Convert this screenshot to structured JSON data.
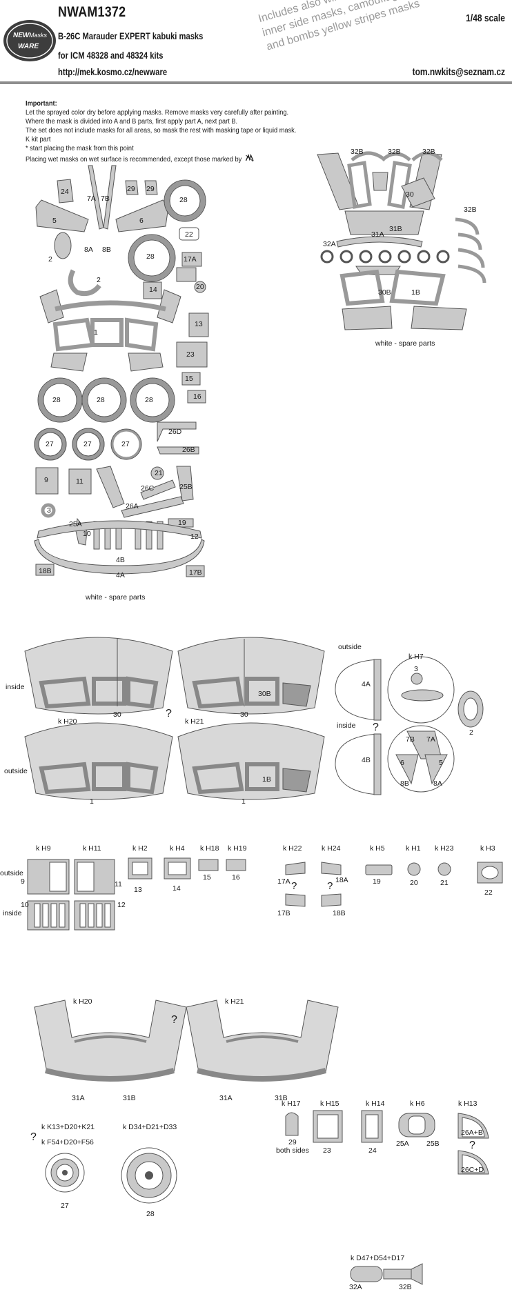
{
  "header": {
    "code": "NWAM1372",
    "title": "B-26C Marauder EXPERT kabuki masks",
    "kits": "for ICM 48328 and 48324 kits",
    "url": "http://mek.kosmo.cz/newware",
    "scale": "1/48 scale",
    "email": "tom.nwkits@seznam.cz",
    "logo_text": [
      "NEW",
      "Masks",
      "WARE"
    ]
  },
  "watermark": [
    "Includes also windows",
    "inner side masks, camouflage detail",
    "and bombs yellow stripes masks"
  ],
  "notes": [
    "Important:",
    "Let the sprayed color dry before applying masks. Remove masks very carefully after painting.",
    "Where the mask is divided into A and B parts, first apply part A, next part B.",
    "The set does not include masks for all areas, so mask the rest with masking tape or liquid mask.",
    "K kit part",
    "* start placing the mask from this point",
    "Placing wet masks on wet surface is recommended, except those marked by"
  ],
  "spare_labels": {
    "sheet1": "white - spare parts",
    "sheet2": "white - spare parts"
  },
  "sheet1_labels": [
    "24",
    "7A",
    "7B",
    "29",
    "29",
    "28",
    "5",
    "6",
    "22",
    "2",
    "8A",
    "8B",
    "28",
    "17A",
    "2",
    "14",
    "20",
    "1",
    "13",
    "23",
    "15",
    "16",
    "28",
    "28",
    "28",
    "26D",
    "27",
    "27",
    "27",
    "26B",
    "9",
    "11",
    "21",
    "26C",
    "25B",
    "3",
    "26A",
    "25A",
    "19",
    "10",
    "12",
    "4B",
    "18B",
    "4A",
    "17B"
  ],
  "sheet2_labels": [
    "32B",
    "32B",
    "32B",
    "30",
    "32B",
    "31A",
    "31B",
    "32A",
    "30B",
    "1B"
  ],
  "canopy_section": {
    "inside": "inside",
    "outside": "outside",
    "kh20": "k H20",
    "kh21": "k H21",
    "n30a": "30",
    "n30b": "30",
    "n30B": "30B",
    "n1a": "1",
    "n1b": "1",
    "n1B": "1B",
    "q1": "?",
    "q2": "?"
  },
  "nose_section": {
    "outside": "outside",
    "inside": "inside",
    "kh7": "k H7",
    "n4A": "4A",
    "n4B": "4B",
    "n3": "3",
    "n2": "2",
    "n7B": "7B",
    "n7A": "7A",
    "n6": "6",
    "n5": "5",
    "n8B": "8B",
    "n8A": "8A"
  },
  "windows_row": {
    "heads": [
      "k H9",
      "k H11",
      "k H2",
      "k H4",
      "k H18",
      "k H19",
      "k H22",
      "k H24",
      "k H5",
      "k H1",
      "k H23",
      "k H3"
    ],
    "outside": "outside",
    "inside": "inside",
    "nums": [
      "9",
      "11",
      "13",
      "14",
      "15",
      "16",
      "17A",
      "18A",
      "19",
      "20",
      "21",
      "22",
      "10",
      "12",
      "17B",
      "18B"
    ],
    "q": [
      "?",
      "?"
    ]
  },
  "turret_section": {
    "kh20": "k H20",
    "kh21": "k H21",
    "q": "?",
    "labels": [
      "31A",
      "31B",
      "31A",
      "31B"
    ]
  },
  "wheels_section": {
    "q": "?",
    "wheel_small_top": "k K13+D20+K21",
    "wheel_small_bot": "k F54+D20+F56",
    "n27": "27",
    "wheel_big": "k D34+D21+D33",
    "n28": "28"
  },
  "small_parts": {
    "heads": [
      "k H17",
      "k H15",
      "k H14",
      "k H6",
      "k H13"
    ],
    "n29": "29",
    "both_sides": "both sides",
    "n23": "23",
    "n24": "24",
    "n25A": "25A",
    "n25B": "25B",
    "n26AB": "26A+B",
    "n26CD": "26C+D",
    "q": "?"
  },
  "bomb": {
    "head": "k D47+D54+D17",
    "n32A": "32A",
    "n32B": "32B"
  },
  "colors": {
    "mask_fill": "#c9c9c9",
    "mask_stroke": "#555555",
    "rule": "#8e8e8e",
    "watermark": "#9a9a9a"
  }
}
